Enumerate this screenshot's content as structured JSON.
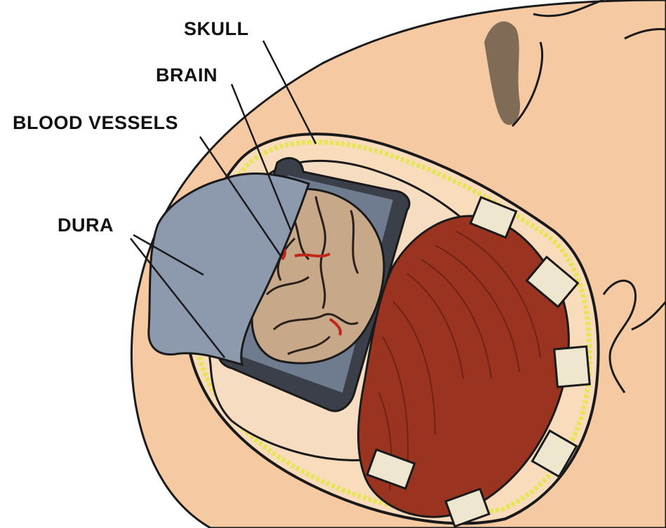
{
  "labels": {
    "skull": "SKULL",
    "brain": "BRAIN",
    "blood_vessels": "BLOOD VESSELS",
    "dura": "DURA"
  },
  "colors": {
    "skin": "#f5c9a1",
    "bone": "#f8dcbc",
    "skull_rim_yellow": "#e8e45a",
    "dura": "#8d9aae",
    "brain": "#c7a98a",
    "muscle": "#9a3420",
    "clip": "#efe6cf",
    "outline": "#1a1a1a"
  }
}
